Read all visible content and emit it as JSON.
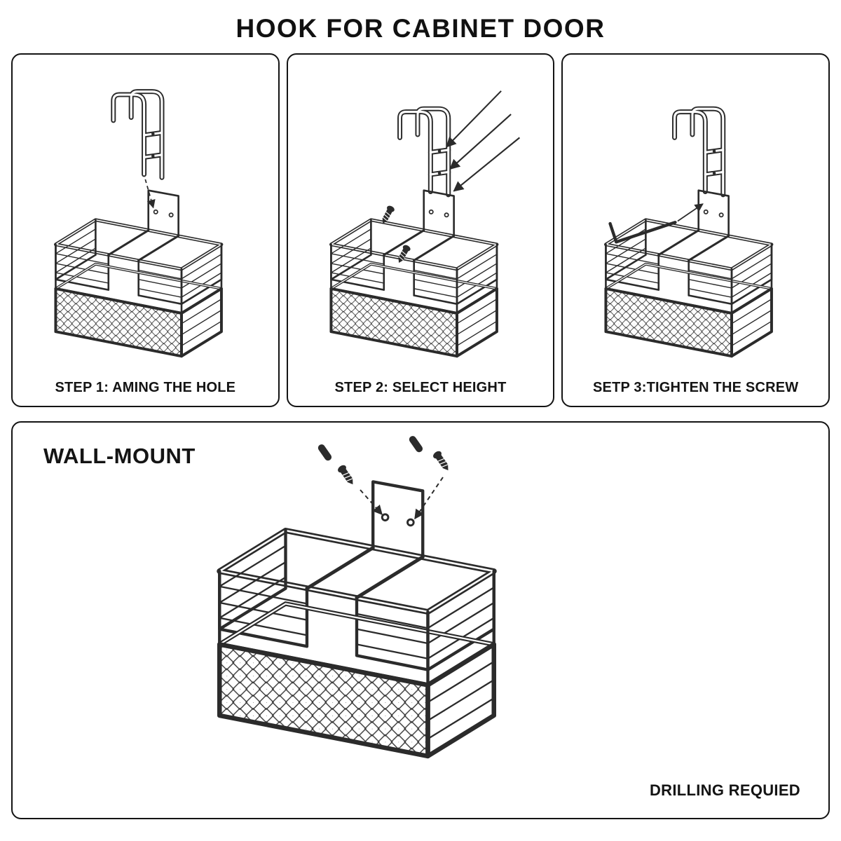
{
  "page": {
    "title": "HOOK FOR CABINET DOOR",
    "ink_color": "#222222",
    "border_color": "#141414",
    "background": "#ffffff"
  },
  "steps": [
    {
      "caption": "STEP 1: AMING THE HOLE"
    },
    {
      "caption": "STEP 2: SELECT HEIGHT"
    },
    {
      "caption": "SETP 3:TIGHTEN THE SCREW"
    }
  ],
  "wall_mount": {
    "label": "WALL-MOUNT",
    "note": "DRILLING REQUIED"
  },
  "icons": {
    "hook": "over-door-hook-icon",
    "caddy": "utensil-caddy-icon",
    "screw": "screw-icon",
    "arrow": "arrow-icon",
    "hex_key": "hex-key-icon",
    "anchor": "wall-anchor-icon",
    "mesh": "mesh-basket-pattern"
  }
}
